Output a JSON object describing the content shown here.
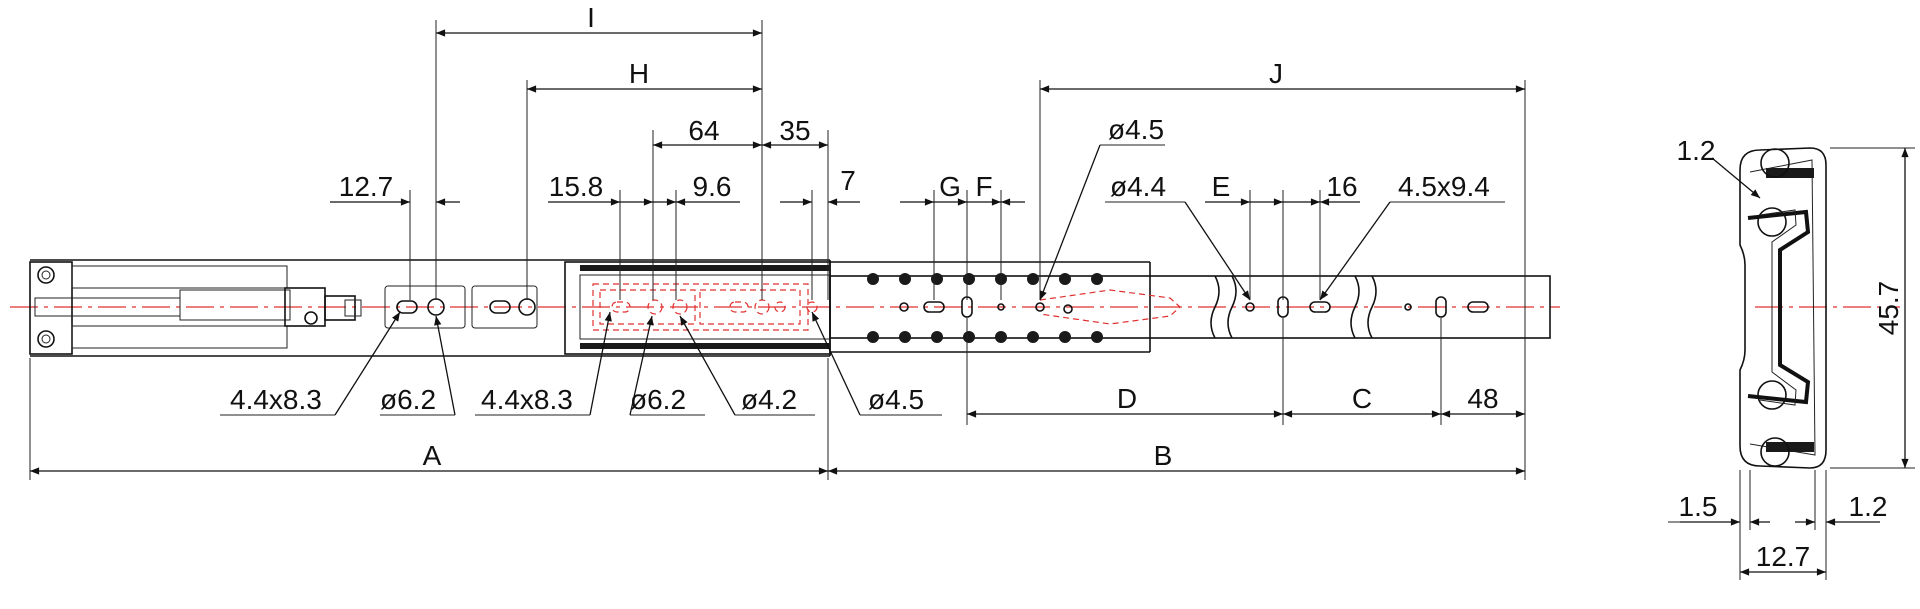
{
  "labels": {
    "I": "I",
    "H": "H",
    "J": "J",
    "d64": "64",
    "d35": "35",
    "d7": "7",
    "d12_7_top": "12.7",
    "d15_8": "15.8",
    "d9_6": "9.6",
    "G": "G",
    "F": "F",
    "dia4_5_top": "ø4.5",
    "dia4_4": "ø4.4",
    "E": "E",
    "d16": "16",
    "slot4_5x9_4": "4.5x9.4",
    "slot4_4x8_3_a": "4.4x8.3",
    "dia6_2_a": "ø6.2",
    "slot4_4x8_3_b": "4.4x8.3",
    "dia6_2_b": "ø6.2",
    "dia4_2": "ø4.2",
    "dia4_5_bottom": "ø4.5",
    "D": "D",
    "C": "C",
    "d48": "48",
    "A": "A",
    "B": "B",
    "d1_2_top": "1.2",
    "d45_7": "45.7",
    "d1_5": "1.5",
    "d1_2_right": "1.2",
    "d12_7_bottom": "12.7"
  },
  "colors": {
    "line": "#111111",
    "centerline": "#e03030",
    "solid": "#1a1a1a"
  }
}
